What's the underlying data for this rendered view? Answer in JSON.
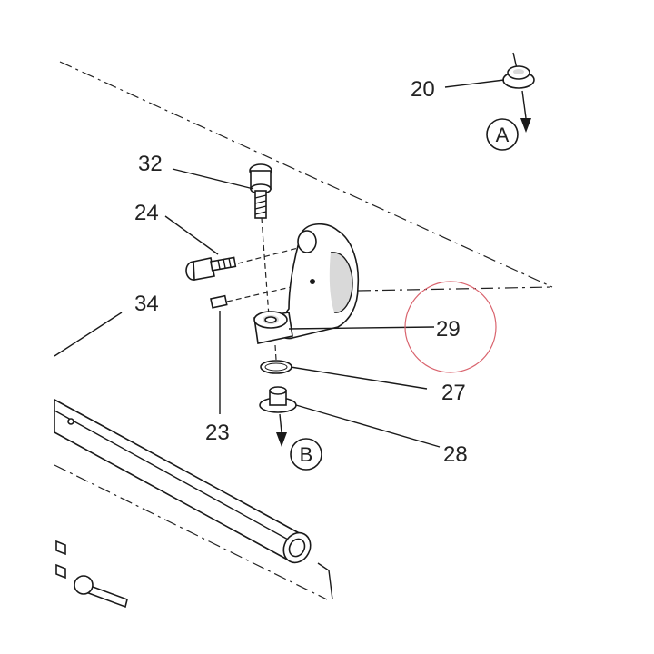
{
  "callouts": {
    "p20": "20",
    "p32": "32",
    "p24": "24",
    "p34": "34",
    "p29": "29",
    "p27": "27",
    "p23": "23",
    "p28": "28"
  },
  "arrows": {
    "a": "A",
    "b": "B"
  },
  "highlight_color": "#d9646e"
}
